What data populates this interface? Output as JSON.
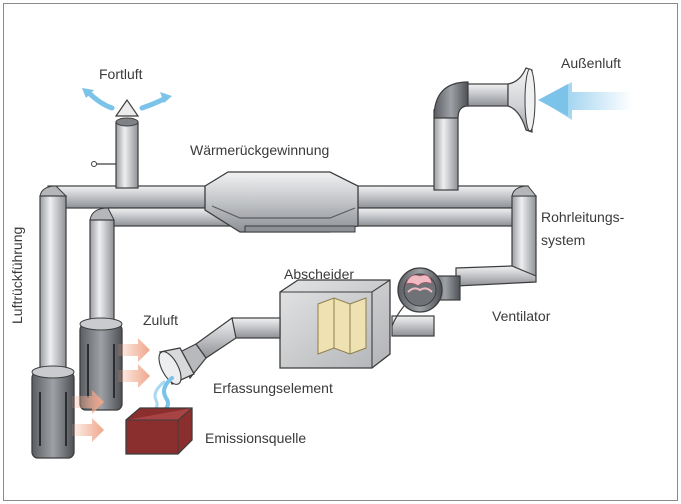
{
  "labels": {
    "fortluft": "Fortluft",
    "aussenluft": "Außenluft",
    "waermerueckgewinnung": "Wärmerückgewinnung",
    "rohrleitungs": "Rohrleitungs-",
    "system": "system",
    "abscheider": "Abscheider",
    "ventilator": "Ventilator",
    "zuluft": "Zuluft",
    "erfassungselement": "Erfassungselement",
    "emissionsquelle": "Emissionsquelle",
    "luftrueckfuehrung": "Luftrückführung"
  },
  "colors": {
    "pipe": "#c9cbce",
    "pipe_dark": "#8e9196",
    "outline": "#3d3d3d",
    "air_blue": "#7cc3ea",
    "air_red": "#f0a68a",
    "emission_box": "#8a2e2e",
    "filter": "#efe2b2",
    "fan_pink": "#f1b9c2"
  },
  "icons": [
    "fortluft-stack",
    "aussenluft-intake-funnel",
    "heat-exchanger",
    "fan-ventilator",
    "separator-filter-box",
    "capture-hood",
    "emission-source-box",
    "return-air-columns"
  ]
}
